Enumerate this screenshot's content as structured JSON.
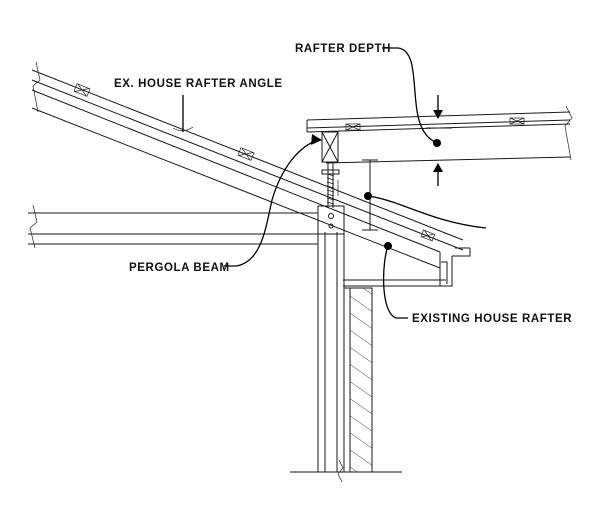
{
  "labels": {
    "rafter_depth": "RAFTER DEPTH",
    "house_rafter_angle": "EX. HOUSE RAFTER ANGLE",
    "pergola_beam": "PERGOLA BEAM",
    "existing_house_rafter": "EXISTING HOUSE RAFTER"
  },
  "colors": {
    "line": "#1a1a1a",
    "background": "#ffffff"
  }
}
